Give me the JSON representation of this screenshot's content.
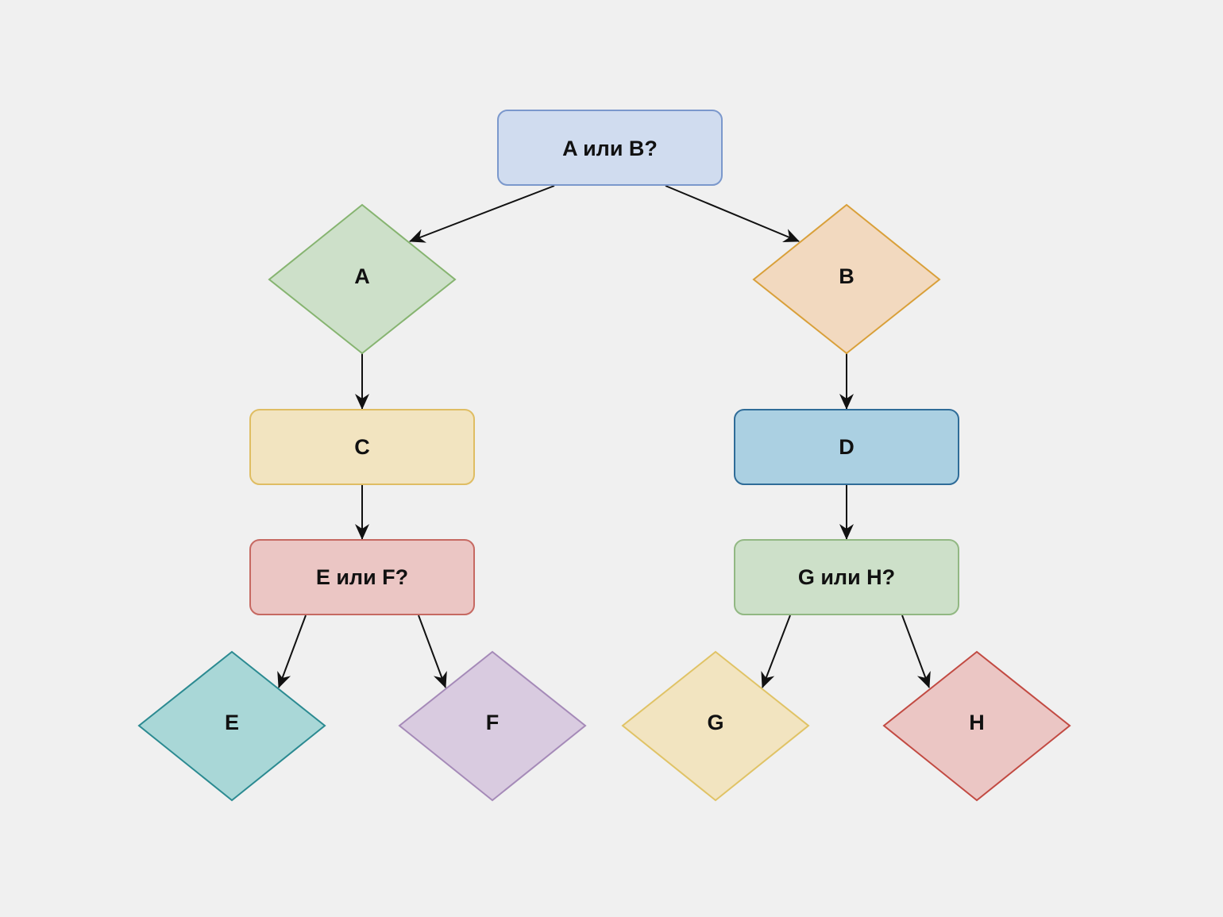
{
  "diagram": {
    "nodes": {
      "root": {
        "label": "A или B?",
        "shape": "rounded-rect",
        "fill": "#d0dcef",
        "stroke": "#7b98cc"
      },
      "a": {
        "label": "A",
        "shape": "diamond",
        "fill": "#cde0c9",
        "stroke": "#86b470"
      },
      "b": {
        "label": "B",
        "shape": "diamond",
        "fill": "#f2d9bf",
        "stroke": "#d9a03a"
      },
      "c": {
        "label": "C",
        "shape": "rounded-rect",
        "fill": "#f2e4c0",
        "stroke": "#dfbd63"
      },
      "d": {
        "label": "D",
        "shape": "rounded-rect",
        "fill": "#abd0e2",
        "stroke": "#2f6c98"
      },
      "ef": {
        "label": "E или F?",
        "shape": "rounded-rect",
        "fill": "#ebc6c4",
        "stroke": "#c66962"
      },
      "gh": {
        "label": "G или H?",
        "shape": "rounded-rect",
        "fill": "#cde0c9",
        "stroke": "#92b883"
      },
      "e": {
        "label": "E",
        "shape": "diamond",
        "fill": "#a9d7d7",
        "stroke": "#2b8a91"
      },
      "f": {
        "label": "F",
        "shape": "diamond",
        "fill": "#d9cbe0",
        "stroke": "#a58ab8"
      },
      "g": {
        "label": "G",
        "shape": "diamond",
        "fill": "#f2e4c0",
        "stroke": "#e0c366"
      },
      "h": {
        "label": "H",
        "shape": "diamond",
        "fill": "#ebc6c4",
        "stroke": "#c24a42"
      }
    },
    "edges": [
      {
        "from": "root",
        "to": "a"
      },
      {
        "from": "root",
        "to": "b"
      },
      {
        "from": "a",
        "to": "c"
      },
      {
        "from": "b",
        "to": "d"
      },
      {
        "from": "c",
        "to": "ef"
      },
      {
        "from": "d",
        "to": "gh"
      },
      {
        "from": "ef",
        "to": "e"
      },
      {
        "from": "ef",
        "to": "f"
      },
      {
        "from": "gh",
        "to": "g"
      },
      {
        "from": "gh",
        "to": "h"
      }
    ],
    "arrow_color": "#111111"
  }
}
